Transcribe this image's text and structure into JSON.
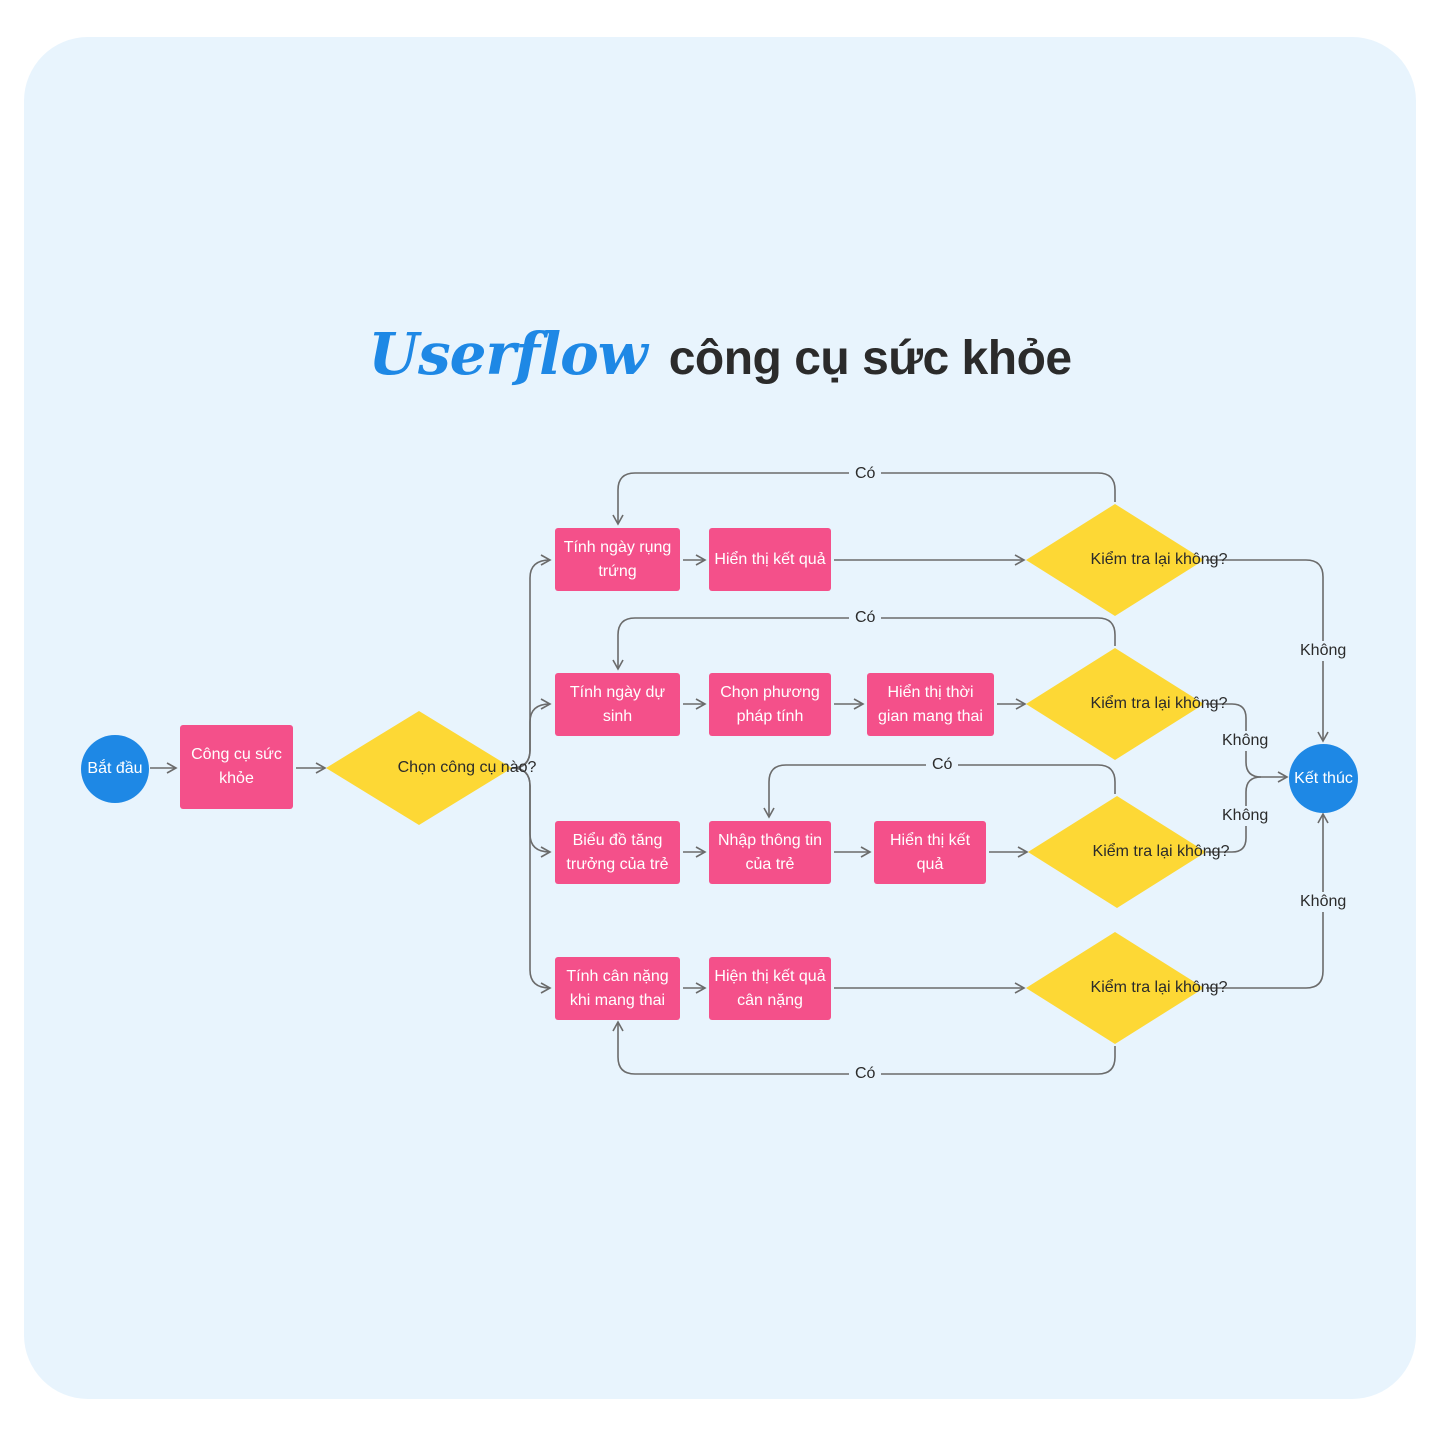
{
  "title": {
    "script": "Userflow",
    "rest": "công cụ sức khỏe"
  },
  "colors": {
    "process": "#f4508a",
    "decision": "#fdd835",
    "terminal": "#1e88e5",
    "line": "#6b6b6b",
    "background": "#e8f4fd"
  },
  "nodes": {
    "start": "Bắt đầu",
    "tools": "Công cụ sức khỏe",
    "choose": "Chọn công cụ nào?",
    "ovulation": "Tính ngày rụng trứng",
    "result1": "Hiển thị kết quả",
    "check1": "Kiểm tra lại không?",
    "duedate": "Tính ngày dự sinh",
    "method": "Chọn phương pháp tính",
    "pregtime": "Hiển thị thời gian mang thai",
    "check2": "Kiểm tra lại không?",
    "growth": "Biểu đồ tăng trưởng của trẻ",
    "childinfo": "Nhập thông tin của trẻ",
    "result3": "Hiển thị kết quả",
    "check3": "Kiểm tra lại không?",
    "weight": "Tính cân nặng khi mang thai",
    "weightresult": "Hiện thị kết quả cân nặng",
    "check4": "Kiểm tra lại không?",
    "end": "Kết thúc"
  },
  "edge_labels": {
    "yes1": "Có",
    "yes2": "Có",
    "yes3": "Có",
    "yes4": "Có",
    "no1": "Không",
    "no2": "Không",
    "no3": "Không",
    "no4": "Không"
  }
}
